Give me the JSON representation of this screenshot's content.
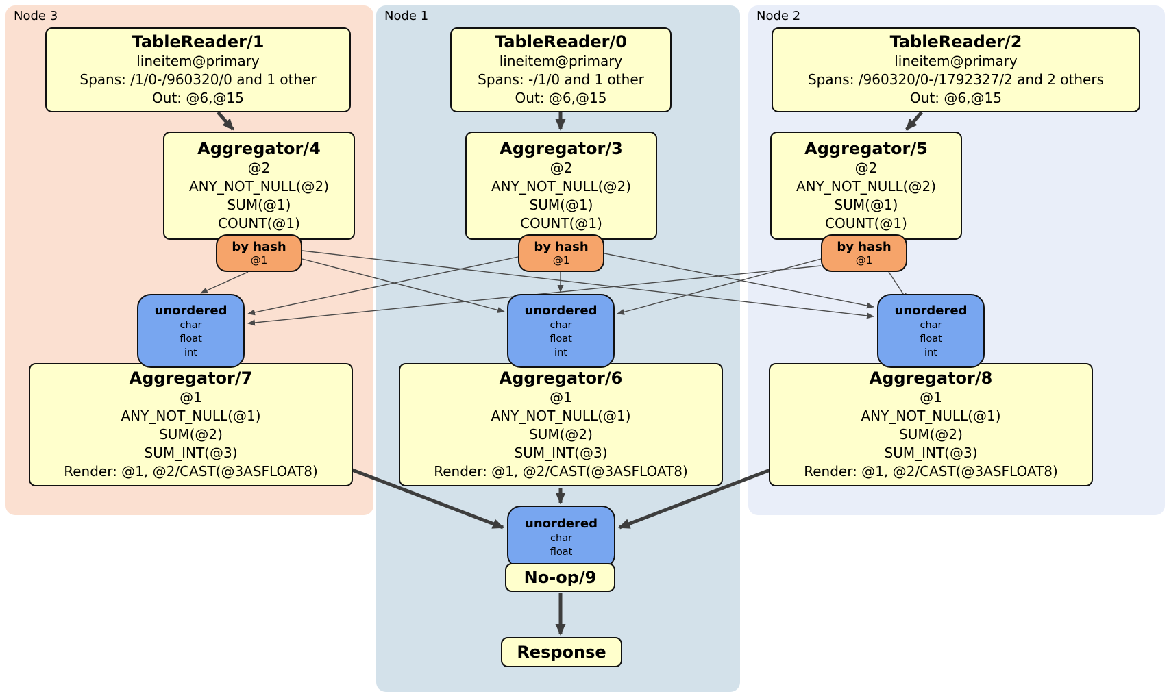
{
  "regions": {
    "node3": {
      "label": "Node 3"
    },
    "node1": {
      "label": "Node 1"
    },
    "node2": {
      "label": "Node 2"
    }
  },
  "processors": {
    "tablereader1": {
      "title": "TableReader/1",
      "lines": [
        "lineitem@primary",
        "Spans: /1/0-/960320/0 and 1 other",
        "Out: @6,@15"
      ]
    },
    "tablereader0": {
      "title": "TableReader/0",
      "lines": [
        "lineitem@primary",
        "Spans: -/1/0 and 1 other",
        "Out: @6,@15"
      ]
    },
    "tablereader2": {
      "title": "TableReader/2",
      "lines": [
        "lineitem@primary",
        "Spans: /960320/0-/1792327/2 and 2 others",
        "Out: @6,@15"
      ]
    },
    "aggregator4": {
      "title": "Aggregator/4",
      "lines": [
        "@2",
        "ANY_NOT_NULL(@2)",
        "SUM(@1)",
        "COUNT(@1)"
      ]
    },
    "aggregator3": {
      "title": "Aggregator/3",
      "lines": [
        "@2",
        "ANY_NOT_NULL(@2)",
        "SUM(@1)",
        "COUNT(@1)"
      ]
    },
    "aggregator5": {
      "title": "Aggregator/5",
      "lines": [
        "@2",
        "ANY_NOT_NULL(@2)",
        "SUM(@1)",
        "COUNT(@1)"
      ]
    },
    "aggregator7": {
      "title": "Aggregator/7",
      "lines": [
        "@1",
        "ANY_NOT_NULL(@1)",
        "SUM(@2)",
        "SUM_INT(@3)",
        "Render: @1, @2/CAST(@3ASFLOAT8)"
      ]
    },
    "aggregator6": {
      "title": "Aggregator/6",
      "lines": [
        "@1",
        "ANY_NOT_NULL(@1)",
        "SUM(@2)",
        "SUM_INT(@3)",
        "Render: @1, @2/CAST(@3ASFLOAT8)"
      ]
    },
    "aggregator8": {
      "title": "Aggregator/8",
      "lines": [
        "@1",
        "ANY_NOT_NULL(@1)",
        "SUM(@2)",
        "SUM_INT(@3)",
        "Render: @1, @2/CAST(@3ASFLOAT8)"
      ]
    },
    "noop": {
      "title": "No-op/9"
    },
    "response": {
      "title": "Response"
    }
  },
  "routers": {
    "byhash4": {
      "title": "by hash",
      "lines": [
        "@1"
      ]
    },
    "byhash3": {
      "title": "by hash",
      "lines": [
        "@1"
      ]
    },
    "byhash5": {
      "title": "by hash",
      "lines": [
        "@1"
      ]
    }
  },
  "synchronizers": {
    "unordered7": {
      "title": "unordered",
      "lines": [
        "char",
        "float",
        "int"
      ]
    },
    "unordered6": {
      "title": "unordered",
      "lines": [
        "char",
        "float",
        "int"
      ]
    },
    "unordered8": {
      "title": "unordered",
      "lines": [
        "char",
        "float",
        "int"
      ]
    },
    "unordered_final": {
      "title": "unordered",
      "lines": [
        "char",
        "float"
      ]
    }
  },
  "colors": {
    "node3_bg": "#fbe0d1",
    "node1_bg": "#d3e1ea",
    "node2_bg": "#e9eef9",
    "processor_fill": "#ffffcc",
    "router_fill": "#f6a46a",
    "synchronizer_fill": "#78a6f0",
    "edge_thin": "#4a4a4a",
    "edge_thick": "#3d3d3d"
  }
}
